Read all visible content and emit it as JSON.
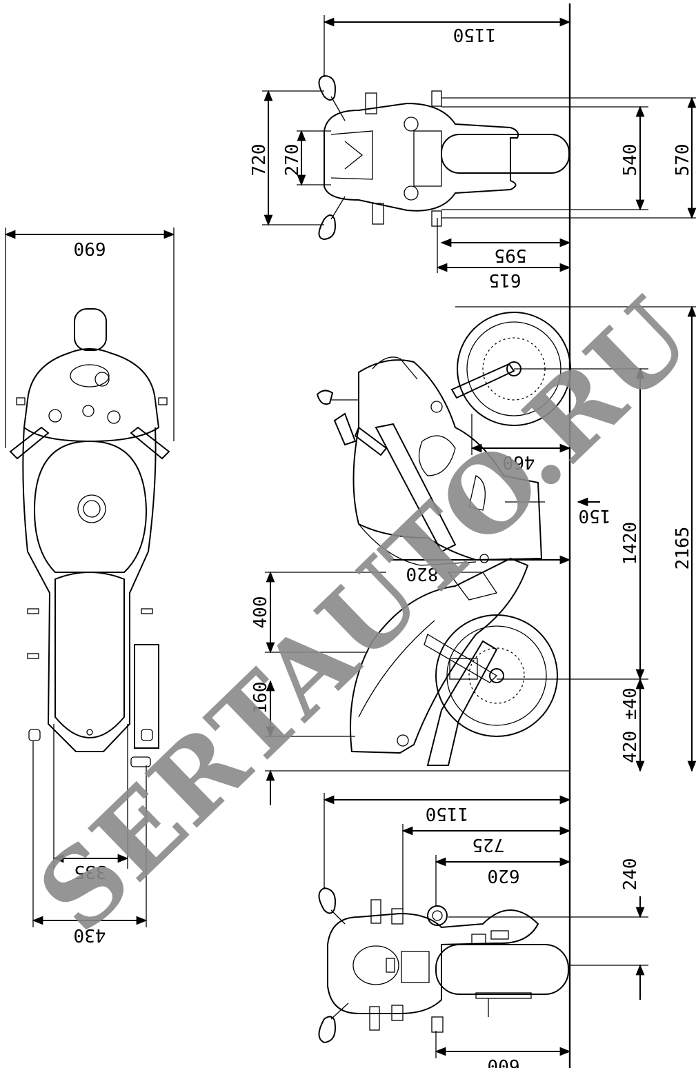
{
  "watermark": "SERTAUTO.RU",
  "dimensions": {
    "front_total_width": "1150",
    "front_mirror_span": "720",
    "front_headlight_width": "270",
    "front_indicator_inner": "540",
    "front_indicator_outer": "570",
    "front_depth_595": "595",
    "front_depth_615": "615",
    "top_width": "690",
    "top_rear_335": "335",
    "top_rear_430": "430",
    "side_wheel_offset": "460",
    "side_seat_height": "820",
    "side_150": "150",
    "side_400": "400",
    "side_160": "160",
    "side_wheelbase": "1420",
    "side_total_length": "2165",
    "side_rear_overhang": "420 ±40",
    "rear_total_width": "1150",
    "rear_725": "725",
    "rear_620": "620",
    "rear_600": "600",
    "rear_240": "240"
  },
  "icons": {
    "front_view": "motorcycle-front-view-drawing",
    "top_view": "motorcycle-top-view-drawing",
    "side_view": "motorcycle-side-view-drawing",
    "rear_view": "motorcycle-rear-view-drawing"
  }
}
